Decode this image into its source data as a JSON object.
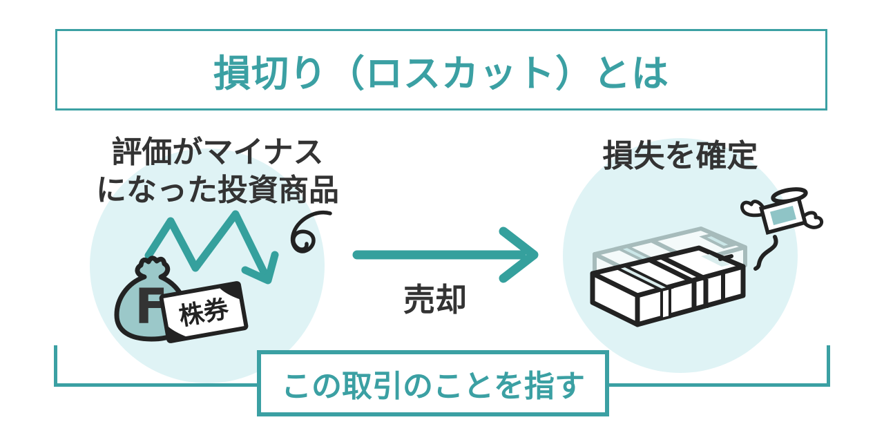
{
  "colors": {
    "accent_teal": "#3BA0A3",
    "arrow_teal": "#35A09D",
    "circle_bg": "#DFF3F5",
    "text_dark": "#333333",
    "bag_fill": "#9BC8C9",
    "bill_inner_teal": "#8FC4C6",
    "ghost_outline": "#A6BBBB",
    "line_art_black": "#222222"
  },
  "title": {
    "text": "損切り（ロスカット）とは"
  },
  "left": {
    "label_line1": "評価がマイナス",
    "label_line2": "になった投資商品",
    "bag_letter": "F",
    "ticket_label": "株券"
  },
  "middle": {
    "arrow_label": "売却"
  },
  "right": {
    "label": "損失を確定"
  },
  "bottom": {
    "caption": "この取引のことを指す"
  }
}
